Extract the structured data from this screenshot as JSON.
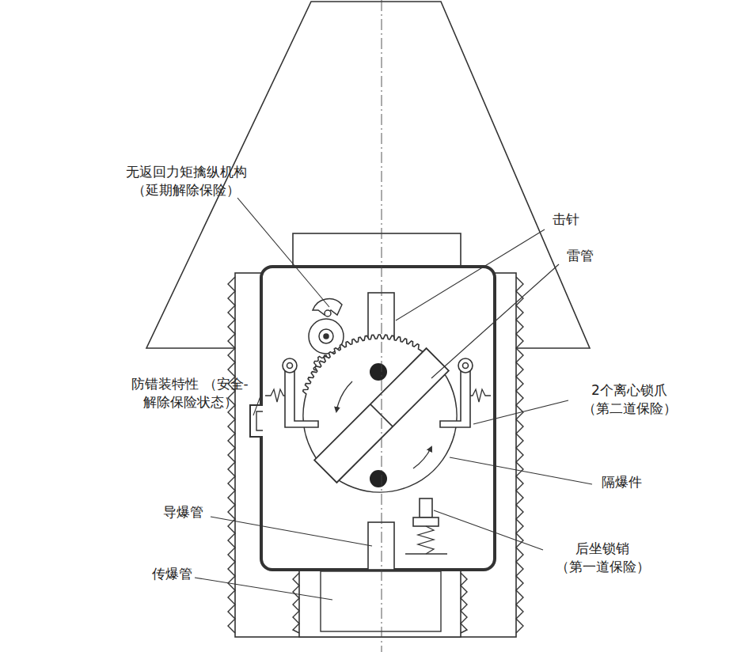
{
  "diagram": {
    "labels": [
      "无返回力矩擒纵机构 （延期解除保险）",
      "击针",
      "雷管",
      "防错装特性 （安全-解除保险状态）",
      "2个离心锁爪 （第二道保险）",
      "隔爆件",
      "导爆管",
      "后坐锁销 （第一道保险）",
      "传爆管"
    ]
  }
}
